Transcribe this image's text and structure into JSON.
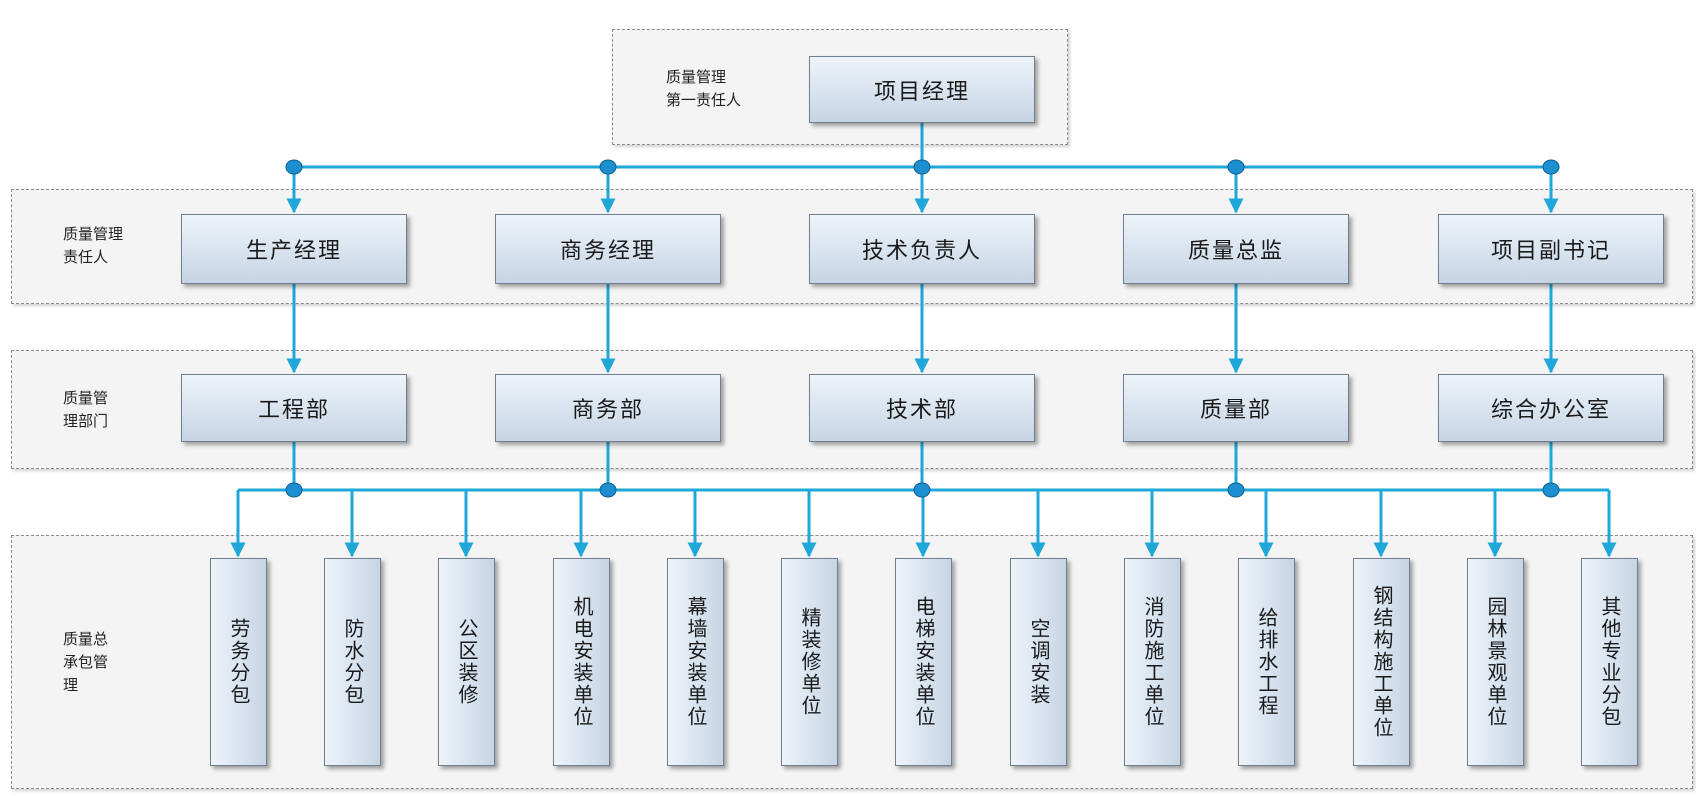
{
  "colors": {
    "connector": "#1ea7d8",
    "joint": "#1c8fd0"
  },
  "bands": [
    {
      "label": "质量管理\n第一责任人"
    },
    {
      "label": "质量管理\n责任人"
    },
    {
      "label": "质量管\n理部门"
    },
    {
      "label": "质量总\n承包管\n理"
    }
  ],
  "top": {
    "label": "项目经理"
  },
  "managers": [
    {
      "label": "生产经理"
    },
    {
      "label": "商务经理"
    },
    {
      "label": "技术负责人"
    },
    {
      "label": "质量总监"
    },
    {
      "label": "项目副书记"
    }
  ],
  "departments": [
    {
      "label": "工程部"
    },
    {
      "label": "商务部"
    },
    {
      "label": "技术部"
    },
    {
      "label": "质量部"
    },
    {
      "label": "综合办公室"
    }
  ],
  "subcontractors": [
    {
      "label": "劳务分包"
    },
    {
      "label": "防水分包"
    },
    {
      "label": "公区装修"
    },
    {
      "label": "机电安装单位"
    },
    {
      "label": "幕墙安装单位"
    },
    {
      "label": "精装修单位"
    },
    {
      "label": "电梯安装单位"
    },
    {
      "label": "空调安装"
    },
    {
      "label": "消防施工单位"
    },
    {
      "label": "给排水工程"
    },
    {
      "label": "钢结构施工单位"
    },
    {
      "label": "园林景观单位"
    },
    {
      "label": "其他专业分包"
    }
  ]
}
